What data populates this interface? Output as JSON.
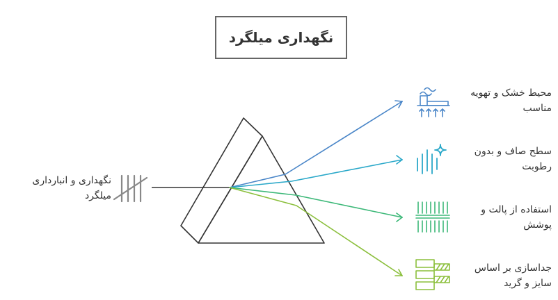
{
  "title": "نگهداری میلگرد",
  "input": {
    "label": "نگهداری و انبارداری میلگرد",
    "icon": "tally-marks-icon"
  },
  "outputs": [
    {
      "label": "محیط خشک و تهویه مناسب",
      "icon": "warehouse-ventilation-icon",
      "color": "#4a86c8"
    },
    {
      "label": "سطح صاف و بدون رطوبت",
      "icon": "sparkle-lines-icon",
      "color": "#2aa8c9"
    },
    {
      "label": "استفاده از پالت و پوشش",
      "icon": "pallet-icon",
      "color": "#3cb878"
    },
    {
      "label": "جداسازی بر اساس سایز و گرید",
      "icon": "sorting-bars-icon",
      "color": "#8bbf3c"
    }
  ]
}
